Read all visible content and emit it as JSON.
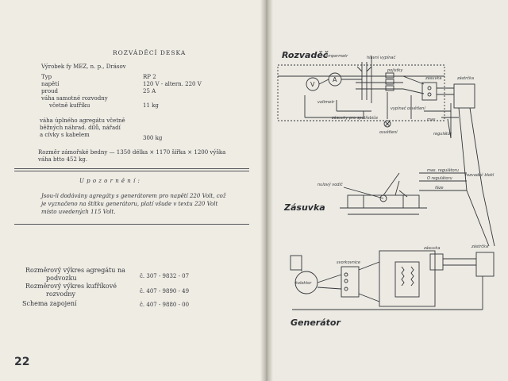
{
  "left_page": {
    "title": "ROZVÁDĚCÍ DESKA",
    "manufacturer": "Výrobek fy MEZ, n. p., Drásov",
    "specs": [
      {
        "label": "Typ",
        "value": "RP 2"
      },
      {
        "label": "napětí",
        "value": "120 V - altern. 220 V"
      },
      {
        "label": "proud",
        "value": "25 A"
      },
      {
        "label": "váha samotné rozvodny",
        "value": ""
      },
      {
        "label": "včetně kufříku",
        "value": "11 kg"
      }
    ],
    "weight_block": [
      "váha úplného agregátu včetně",
      "běžných náhrad. dílů, nářadí",
      "a cívky s kabelem"
    ],
    "weight_value": "300 kg",
    "crate_line1": "Rozměr zámořské bedny — 1350 délka × 1170 šířka × 1200 výška",
    "crate_line2": "váha btto 452 kg.",
    "notice_heading": "U p o z o r n ě n í :",
    "notice_lines": [
      "Jsou-li dodávány agregáty s generátorem pro napětí 220 Volt, což",
      "je vyznačeno na štítku generátoru, platí všude v textu 220 Volt",
      "místo uvedených 115 Volt."
    ],
    "drawings": [
      {
        "label1": "Rozměrový výkres agregátu na",
        "label2": "podvozku",
        "number": "č. 307 - 9832 - 07"
      },
      {
        "label1": "Rozměrový výkres kufříkové",
        "label2": "rozvodny",
        "number": "č. 407 - 9890 - 49"
      },
      {
        "label1": "Schema zapojení",
        "label2": "",
        "number": "č. 407 - 9880 - 00"
      }
    ],
    "page_number": "22"
  },
  "right_page": {
    "headings": {
      "rozvadec": "Rozvaděč",
      "zasuvka": "Zásuvka",
      "generator": "Generátor"
    },
    "labels": {
      "ampermetr": "ampermetr",
      "hlavni_vypinac": "hlavní vypínač",
      "pojistky": "pojistky",
      "zasuvka": "zásuvka",
      "zastrcka": "zástrčka",
      "voltmetr": "voltmetr",
      "zasuvky_spotrebice": "zásuvky pro spotřebiče",
      "vypinac_osvetleni": "vypínač osvětlení",
      "mas": "mas",
      "osvetleni": "osvětlení",
      "regulator": "regulátor",
      "nulovy_vodic": "nulový vodič",
      "mas_regulatoru": "mas. regulátoru",
      "o_regulatoru": "O regulátoru",
      "faze": "fáze",
      "rozvaduc_bockl": "rozvaděč blokl",
      "kolektor": "kolektor",
      "svorkovnice": "svorkovnice",
      "zasuvka2": "zásuvka",
      "zastrcka2": "zástrčka"
    },
    "meter_symbols": {
      "v": "V",
      "a": "A"
    }
  }
}
